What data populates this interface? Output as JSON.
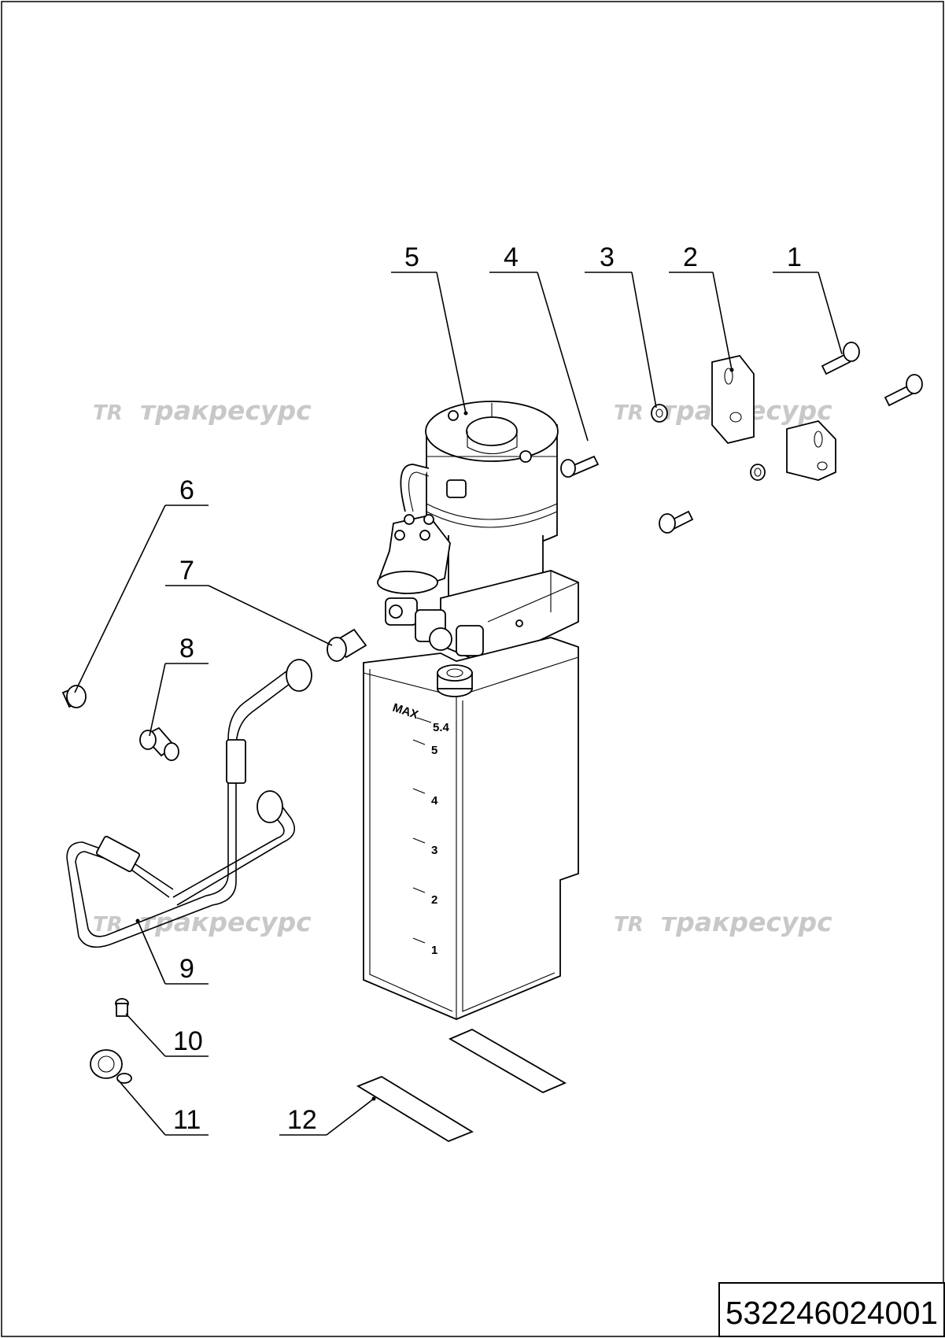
{
  "drawing_number": "532246024001",
  "watermark": {
    "logo": "TR",
    "text": "тракресурс"
  },
  "callouts": [
    {
      "id": "1",
      "label": "1"
    },
    {
      "id": "2",
      "label": "2"
    },
    {
      "id": "3",
      "label": "3"
    },
    {
      "id": "4",
      "label": "4"
    },
    {
      "id": "5",
      "label": "5"
    },
    {
      "id": "6",
      "label": "6"
    },
    {
      "id": "7",
      "label": "7"
    },
    {
      "id": "8",
      "label": "8"
    },
    {
      "id": "9",
      "label": "9"
    },
    {
      "id": "10",
      "label": "10"
    },
    {
      "id": "11",
      "label": "11"
    },
    {
      "id": "12",
      "label": "12"
    }
  ],
  "tank_scale": {
    "max_label": "MAX",
    "max_value": "5.4",
    "marks": [
      "5",
      "4",
      "3",
      "2",
      "1"
    ]
  },
  "colors": {
    "line": "#000000",
    "watermark": "#c8c8c8",
    "background": "#ffffff"
  }
}
